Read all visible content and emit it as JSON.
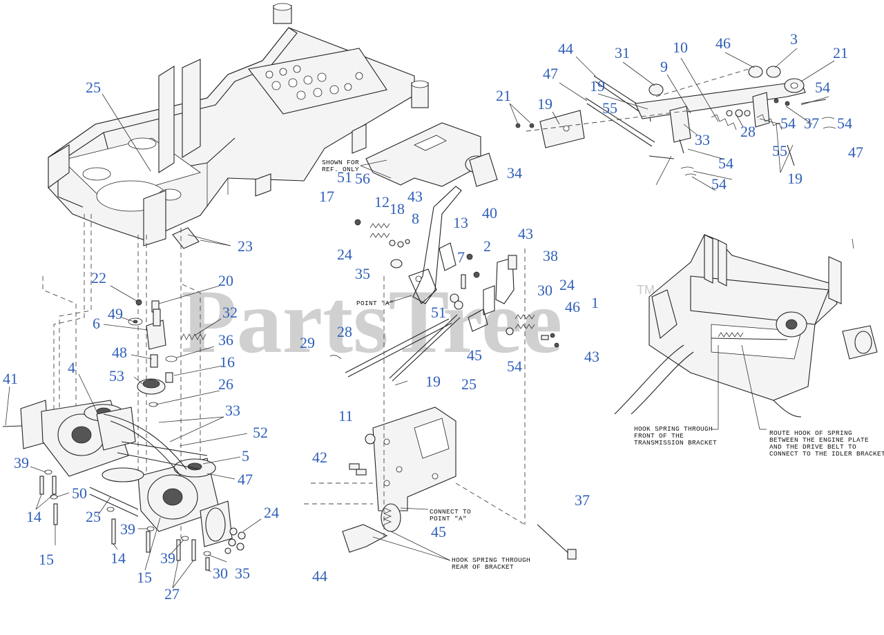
{
  "watermark": {
    "text": "PartsTree",
    "mark": "TM"
  },
  "callouts": [
    "25",
    "23",
    "22",
    "20",
    "49",
    "6",
    "32",
    "36",
    "48",
    "16",
    "53",
    "26",
    "4",
    "41",
    "33",
    "52",
    "5",
    "47",
    "39",
    "14",
    "50",
    "15",
    "25",
    "39",
    "14",
    "15",
    "39",
    "27",
    "30",
    "35",
    "24",
    "51",
    "56",
    "17",
    "12",
    "18",
    "8",
    "43",
    "13",
    "40",
    "24",
    "7",
    "2",
    "43",
    "38",
    "35",
    "51",
    "30",
    "24",
    "46",
    "1",
    "43",
    "28",
    "45",
    "54",
    "29",
    "25",
    "19",
    "34",
    "11",
    "42",
    "45",
    "44",
    "37",
    "44",
    "31",
    "10",
    "46",
    "3",
    "21",
    "47",
    "19",
    "9",
    "54",
    "21",
    "19",
    "55",
    "54",
    "37",
    "54",
    "28",
    "33",
    "55",
    "47",
    "54",
    "19",
    "54"
  ],
  "notes": {
    "shown_for_ref": "SHOWN FOR\nREF. ONLY",
    "point_a": "POINT \"A\"",
    "connect_point_a": "CONNECT TO\nPOINT \"A\"",
    "hook_rear": "HOOK SPRING THROUGH\nREAR OF BRACKET",
    "hook_front": "HOOK SPRING THROUGH\nFRONT OF THE\nTRANSMISSION BRACKET",
    "route_hook": "ROUTE HOOK OF SPRING\nBETWEEN THE ENGINE PLATE\nAND THE DRIVE BELT TO\nCONNECT TO THE IDLER BRACKET"
  },
  "colors": {
    "callout": "#2f5fb8",
    "line": "#222222",
    "watermark": "#d0d0d0"
  }
}
